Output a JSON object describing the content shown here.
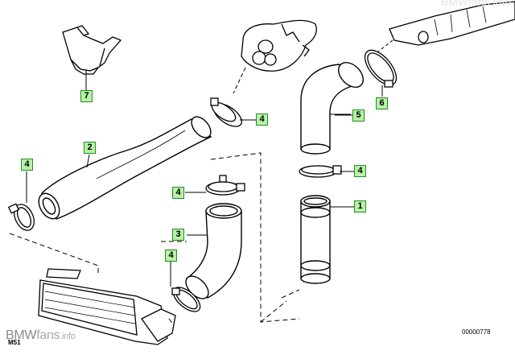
{
  "diagram": {
    "parts": [
      {
        "number": "1",
        "name": "charge-air-pipe"
      },
      {
        "number": "2",
        "name": "intake-hose"
      },
      {
        "number": "3",
        "name": "elbow-hose"
      },
      {
        "number": "4",
        "name": "hose-clamp"
      },
      {
        "number": "5",
        "name": "elbow-pipe"
      },
      {
        "number": "6",
        "name": "hose-clamp-large"
      },
      {
        "number": "7",
        "name": "bracket"
      }
    ],
    "callouts": [
      "7",
      "4",
      "2",
      "4",
      "4",
      "3",
      "4",
      "5",
      "6",
      "4",
      "1"
    ],
    "ref_code": "M51",
    "diagram_number": "00000778"
  },
  "watermark": {
    "brand_bmw": "BMW",
    "brand_fans": "fans",
    "brand_info": ".info",
    "top_text": "BMWfans.info"
  },
  "colors": {
    "callout_fill": "#b9f0a9",
    "callout_border": "#1f8f1f",
    "line": "#000000"
  }
}
